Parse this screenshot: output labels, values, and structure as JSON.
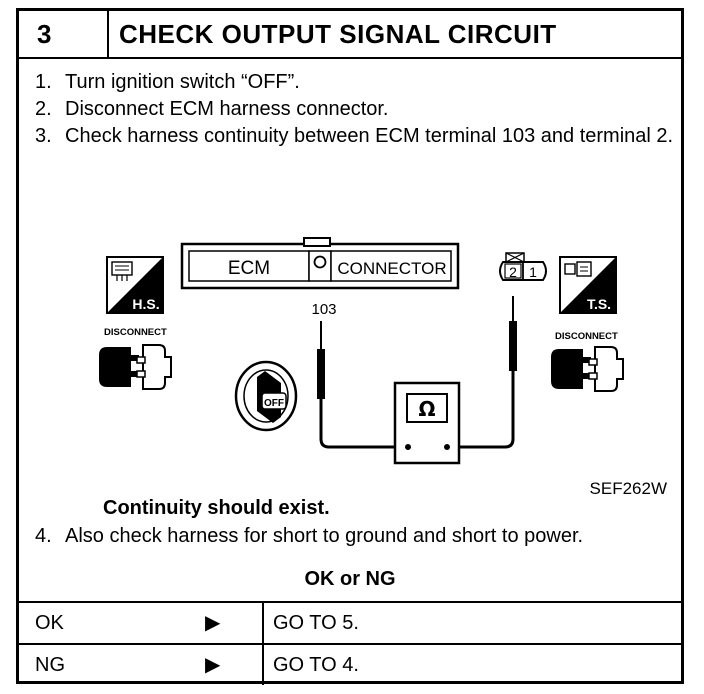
{
  "header": {
    "number": "3",
    "title": "CHECK OUTPUT SIGNAL CIRCUIT"
  },
  "steps": [
    {
      "n": "1.",
      "text": "Turn ignition switch “OFF”."
    },
    {
      "n": "2.",
      "text": "Disconnect ECM harness connector."
    },
    {
      "n": "3.",
      "text": "Check harness continuity between ECM terminal 103 and terminal 2."
    }
  ],
  "diagram": {
    "ecm_label": "ECM",
    "connector_label": "CONNECTOR",
    "terminal_103": "103",
    "hs_label": "H.S.",
    "ts_label": "T.S.",
    "disconnect_left": "DISCONNECT",
    "disconnect_right": "DISCONNECT",
    "pin_2": "2",
    "pin_1": "1",
    "key_label": "OFF",
    "meter_symbol": "Ω",
    "figure_code": "SEF262W"
  },
  "continuity_note": "Continuity should exist.",
  "step4": {
    "n": "4.",
    "text": "Also check harness for short to ground and short to power."
  },
  "result_label": "OK or NG",
  "results": [
    {
      "key": "OK",
      "arrow": "▶",
      "value": "GO TO 5."
    },
    {
      "key": "NG",
      "arrow": "▶",
      "value": "GO TO 4."
    }
  ]
}
